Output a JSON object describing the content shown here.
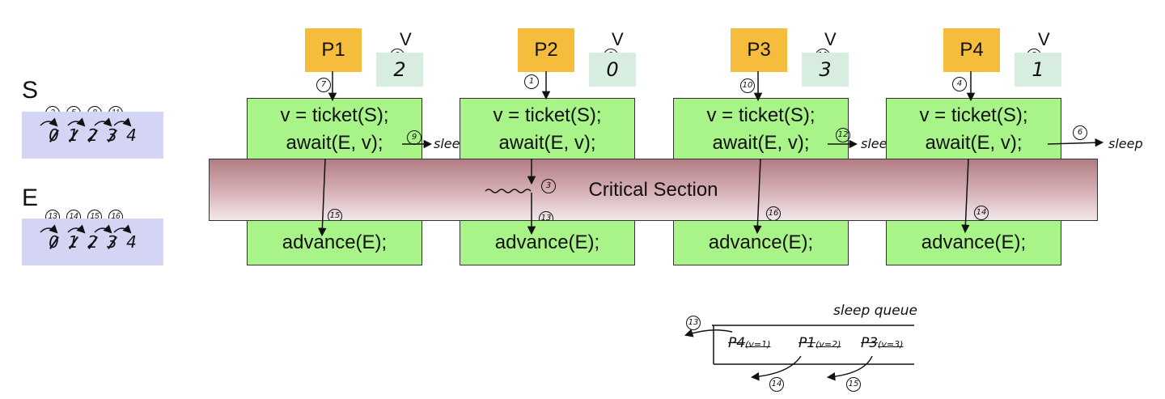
{
  "counters": [
    {
      "letter": "S",
      "digits": [
        "0",
        "1",
        "2",
        "3",
        "4"
      ],
      "struck": [
        true,
        true,
        true,
        true,
        false
      ],
      "steps": [
        "2",
        "5",
        "8",
        "11"
      ]
    },
    {
      "letter": "E",
      "digits": [
        "0",
        "1",
        "2",
        "3",
        "4"
      ],
      "struck": [
        true,
        true,
        true,
        true,
        false
      ],
      "steps": [
        "13",
        "14",
        "15",
        "16"
      ]
    }
  ],
  "processes": [
    {
      "name": "P1",
      "v_label": "V",
      "v_value": "2",
      "v_step": "8",
      "ticket_step": "7",
      "code_line1": "v = ticket(S);",
      "code_line2": "await(E, v);",
      "sleep_step": "9",
      "sleep_label": "sleep",
      "advance_step": "15",
      "advance": "advance(E);"
    },
    {
      "name": "P2",
      "v_label": "V",
      "v_value": "0",
      "v_step": "2",
      "ticket_step": "1",
      "code_line1": "v = ticket(S);",
      "code_line2": "await(E, v);",
      "crit_step": "3",
      "advance_step": "13",
      "advance": "advance(E);"
    },
    {
      "name": "P3",
      "v_label": "V",
      "v_value": "3",
      "v_step": "11",
      "ticket_step": "10",
      "code_line1": "v = ticket(S);",
      "code_line2": "await(E, v);",
      "sleep_step": "12",
      "sleep_label": "sleep",
      "advance_step": "16",
      "advance": "advance(E);"
    },
    {
      "name": "P4",
      "v_label": "V",
      "v_value": "1",
      "v_step": "5",
      "ticket_step": "4",
      "code_line1": "v = ticket(S);",
      "code_line2": "await(E, v);",
      "sleep_step": "6",
      "sleep_label": "sleep",
      "advance_step": "14",
      "advance": "advance(E);"
    }
  ],
  "critical_section": {
    "label": "Critical Section"
  },
  "sleep_queue": {
    "title": "sleep queue",
    "items": [
      {
        "name": "P4",
        "note": "(v=1)",
        "step": "13"
      },
      {
        "name": "P1",
        "note": "(v=2)",
        "step": "14"
      },
      {
        "name": "P3",
        "note": "(v=3)",
        "step": "15"
      }
    ]
  }
}
